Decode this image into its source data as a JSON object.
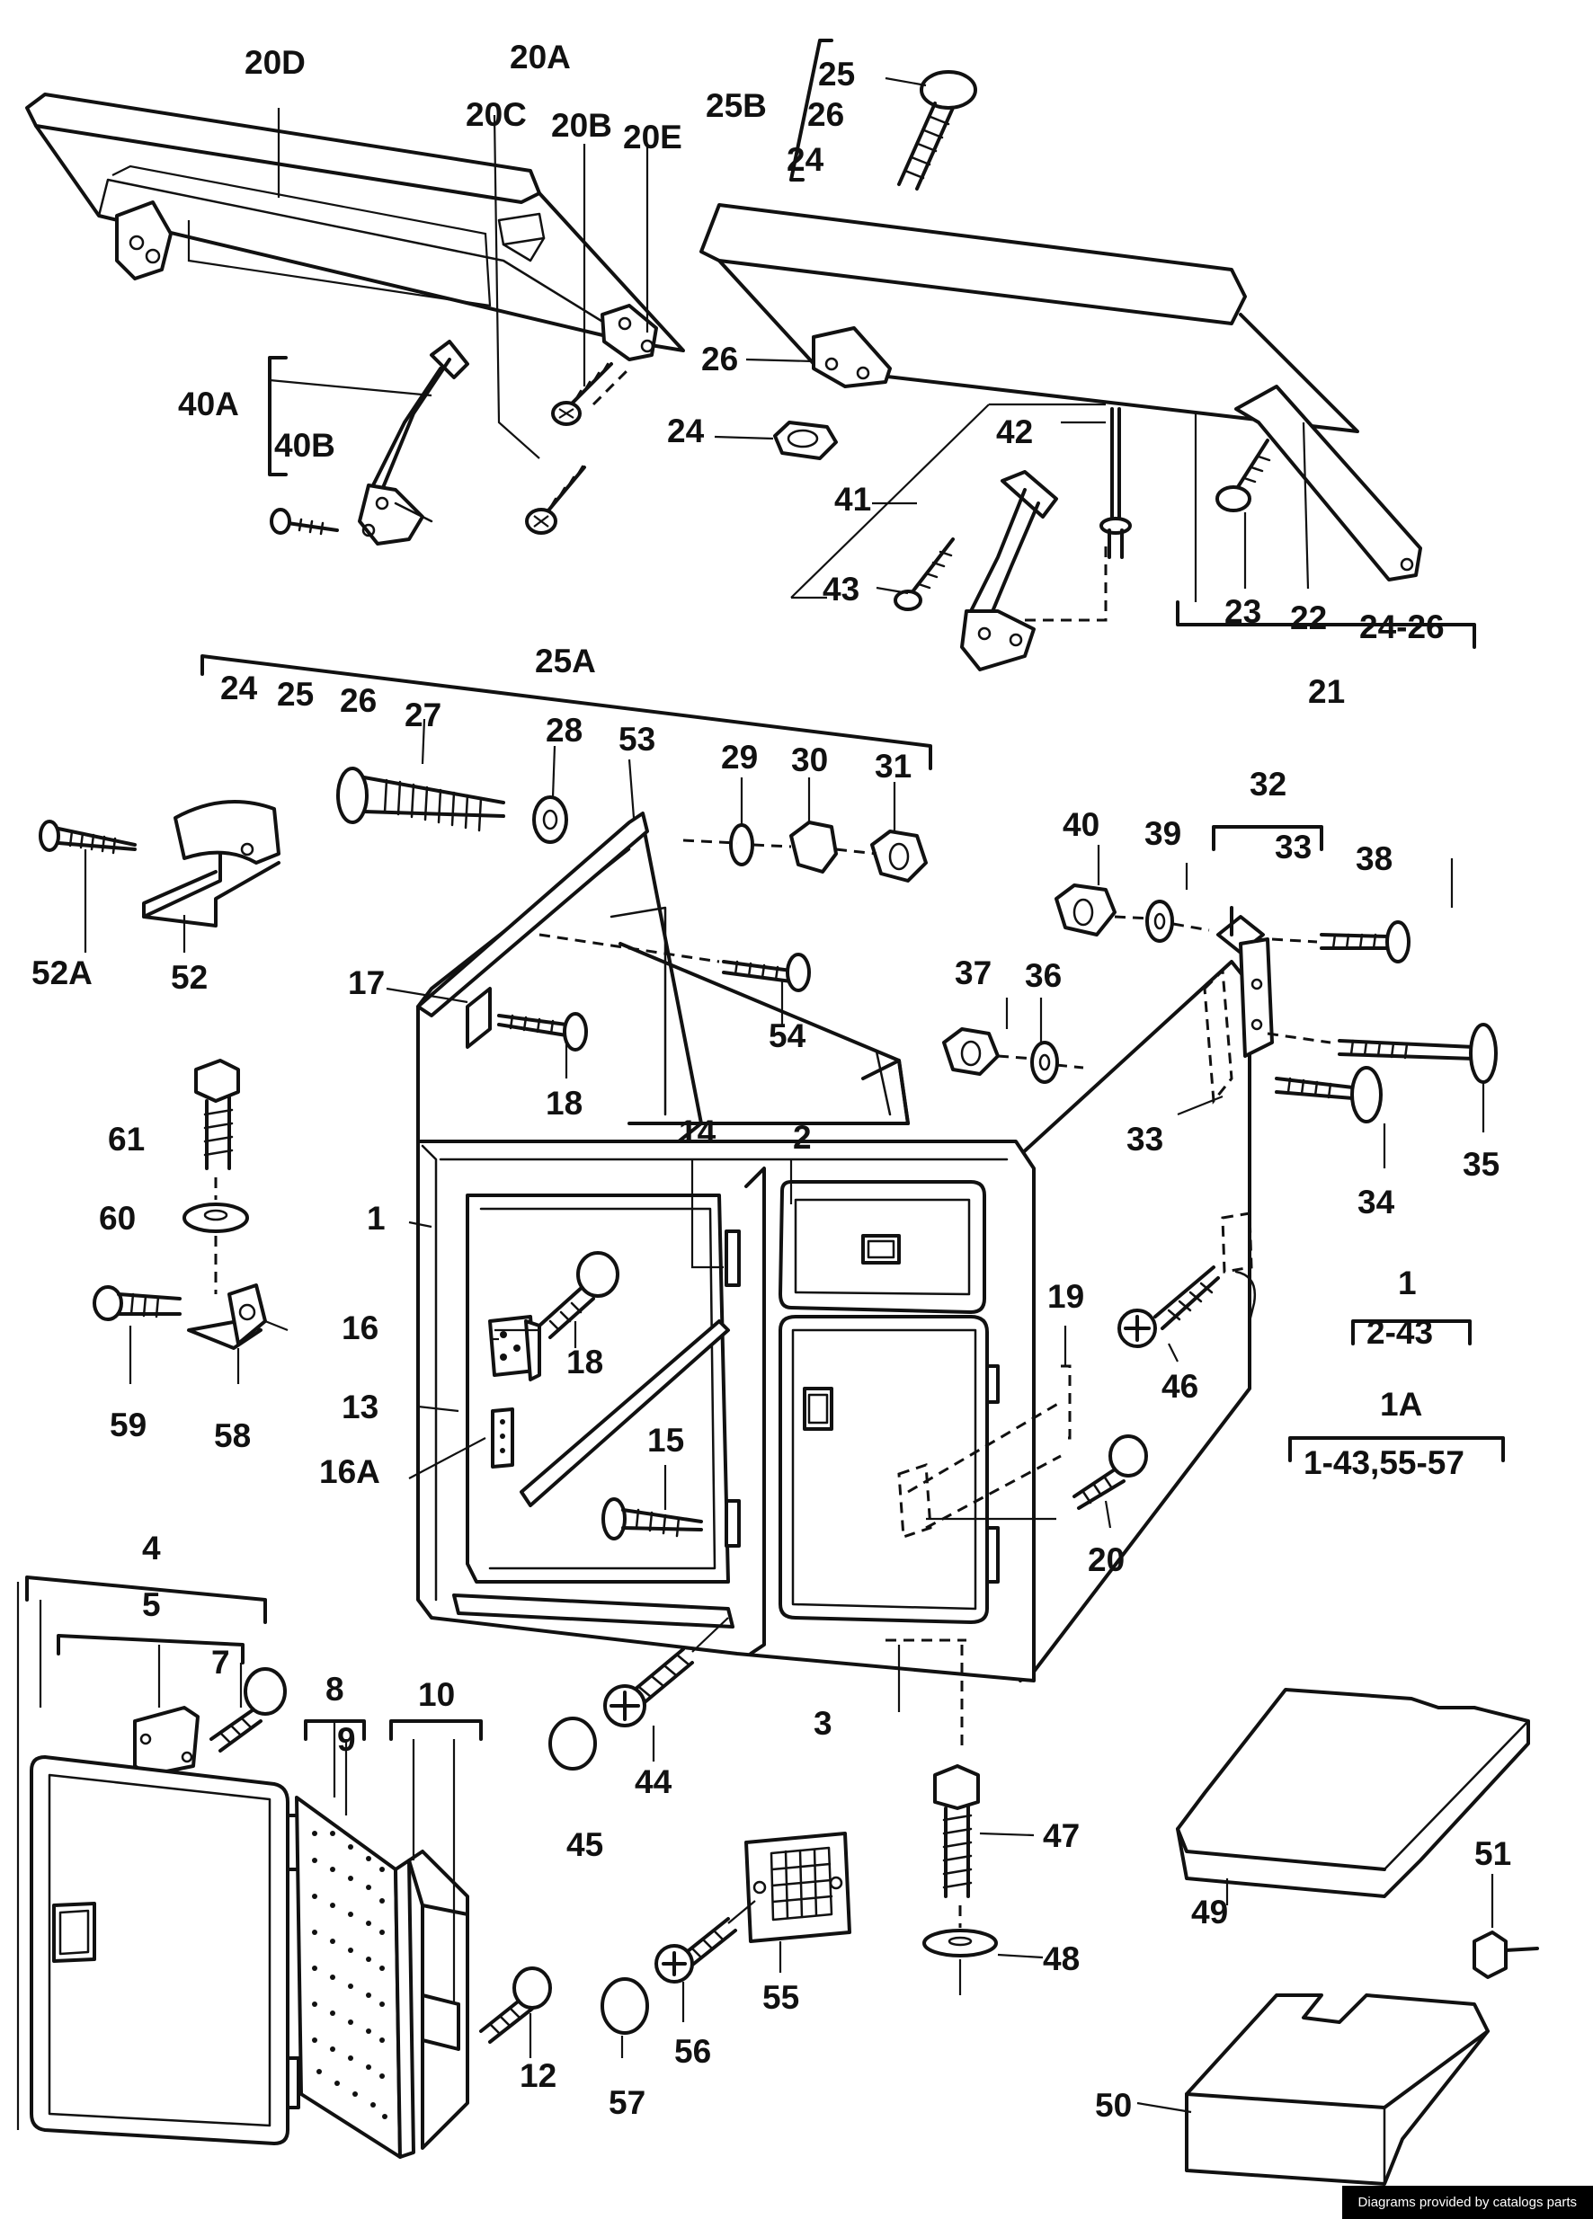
{
  "diagram": {
    "title": "",
    "labels": {
      "p20D": "20D",
      "p20A": "20A",
      "p20C": "20C",
      "p20B": "20B",
      "p20E": "20E",
      "p25B": "25B",
      "p25": "25",
      "p26top": "26",
      "p24top": "24",
      "p26": "26",
      "p24": "24",
      "p42": "42",
      "p41": "41",
      "p43": "43",
      "p40A": "40A",
      "p40B": "40B",
      "p23": "23",
      "p22": "22",
      "p24_26": "24-26",
      "p21": "21",
      "p25A": "25A",
      "g24": "24",
      "g25": "25",
      "g26": "26",
      "p27": "27",
      "p28": "28",
      "p53": "53",
      "p29": "29",
      "p30": "30",
      "p31": "31",
      "p52A": "52A",
      "p52": "52",
      "p17": "17",
      "p54": "54",
      "p18a": "18",
      "p32": "32",
      "p33a": "33",
      "p40": "40",
      "p39": "39",
      "p38": "38",
      "p37": "37",
      "p36": "36",
      "p33b": "33",
      "p34": "34",
      "p35": "35",
      "p61": "61",
      "p60": "60",
      "p59": "59",
      "p58": "58",
      "p14": "14",
      "p2": "2",
      "p1": "1",
      "p16": "16",
      "p18b": "18",
      "p13": "13",
      "p16A": "16A",
      "p15": "15",
      "p19": "19",
      "p46": "46",
      "p20": "20",
      "p3": "3",
      "p1r": "1",
      "p2_43": "2-43",
      "p1A": "1A",
      "p1_43": "1-43,55-57",
      "p4": "4",
      "p5": "5",
      "p7": "7",
      "p8": "8",
      "p9": "9",
      "p10": "10",
      "p12": "12",
      "p44": "44",
      "p45": "45",
      "p47": "47",
      "p48": "48",
      "p49": "49",
      "p51": "51",
      "p50": "50",
      "p55": "55",
      "p56": "56",
      "p57": "57"
    }
  },
  "footer": {
    "credit": "Diagrams provided by catalogs parts"
  }
}
